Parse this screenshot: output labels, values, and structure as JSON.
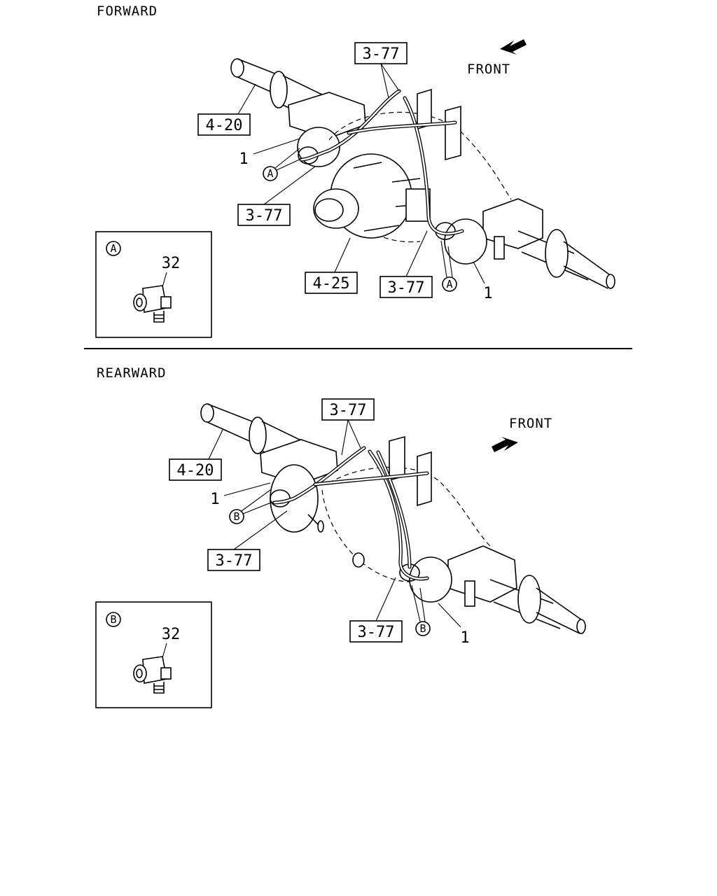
{
  "sections": {
    "forward": {
      "title": "FORWARD",
      "front_label": "FRONT",
      "callouts": {
        "hose_top": "3-77",
        "axle_housing": "4-20",
        "part1_left": "1",
        "detail_left": "A",
        "hose_left": "3-77",
        "differential": "4-25",
        "hose_bottom": "3-77",
        "detail_right": "A",
        "part1_right": "1"
      },
      "detail_box": {
        "letter": "A",
        "part_number": "32"
      }
    },
    "rearward": {
      "title": "REARWARD",
      "front_label": "FRONT",
      "callouts": {
        "hose_top": "3-77",
        "axle_housing": "4-20",
        "part1_left": "1",
        "detail_left": "B",
        "hose_left": "3-77",
        "hose_bottom": "3-77",
        "detail_right": "B",
        "part1_right": "1"
      },
      "detail_box": {
        "letter": "B",
        "part_number": "32"
      }
    }
  }
}
